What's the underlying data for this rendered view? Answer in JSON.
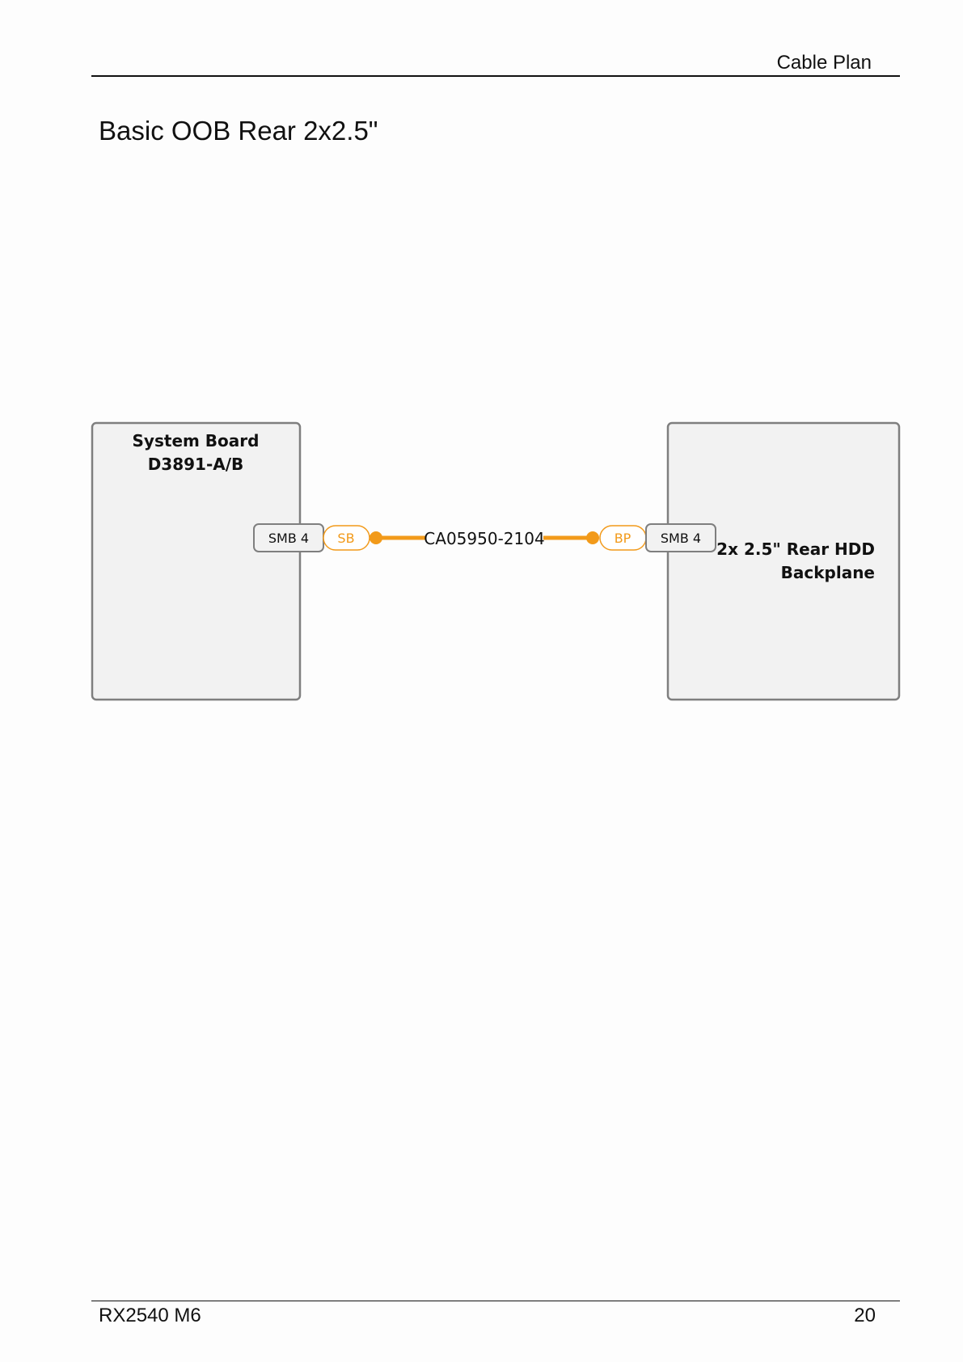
{
  "header": {
    "title": "Cable Plan"
  },
  "section": {
    "title": "Basic OOB Rear 2x2.5\""
  },
  "diagram": {
    "left_box": {
      "title_line1": "System Board",
      "title_line2": "D3891-A/B",
      "port_label": "SMB 4",
      "connector_label": "SB"
    },
    "right_box": {
      "title_line1": "2x 2.5\" Rear HDD",
      "title_line2": "Backplane",
      "port_label": "SMB 4",
      "connector_label": "BP"
    },
    "cable": {
      "label": "CA05950-2104",
      "color": "#f29a1a"
    }
  },
  "footer": {
    "model": "RX2540 M6",
    "page_number": "20"
  }
}
